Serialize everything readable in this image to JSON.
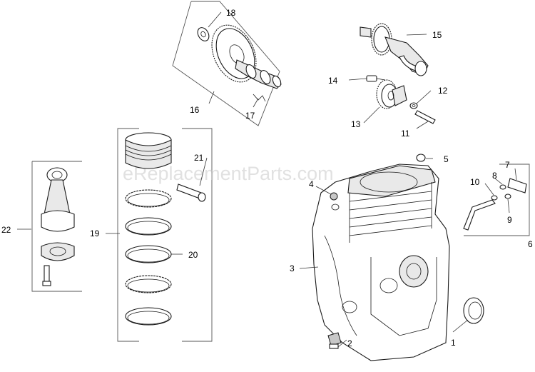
{
  "watermark": "eReplacementParts.com",
  "callouts": [
    "1",
    "2",
    "3",
    "4",
    "5",
    "6",
    "7",
    "8",
    "9",
    "10",
    "11",
    "12",
    "13",
    "14",
    "15",
    "16",
    "17",
    "18",
    "19",
    "20",
    "21",
    "22"
  ],
  "colors": {
    "line": "#1a1a1a",
    "background": "#ffffff",
    "watermark": "#c9c9c9"
  }
}
